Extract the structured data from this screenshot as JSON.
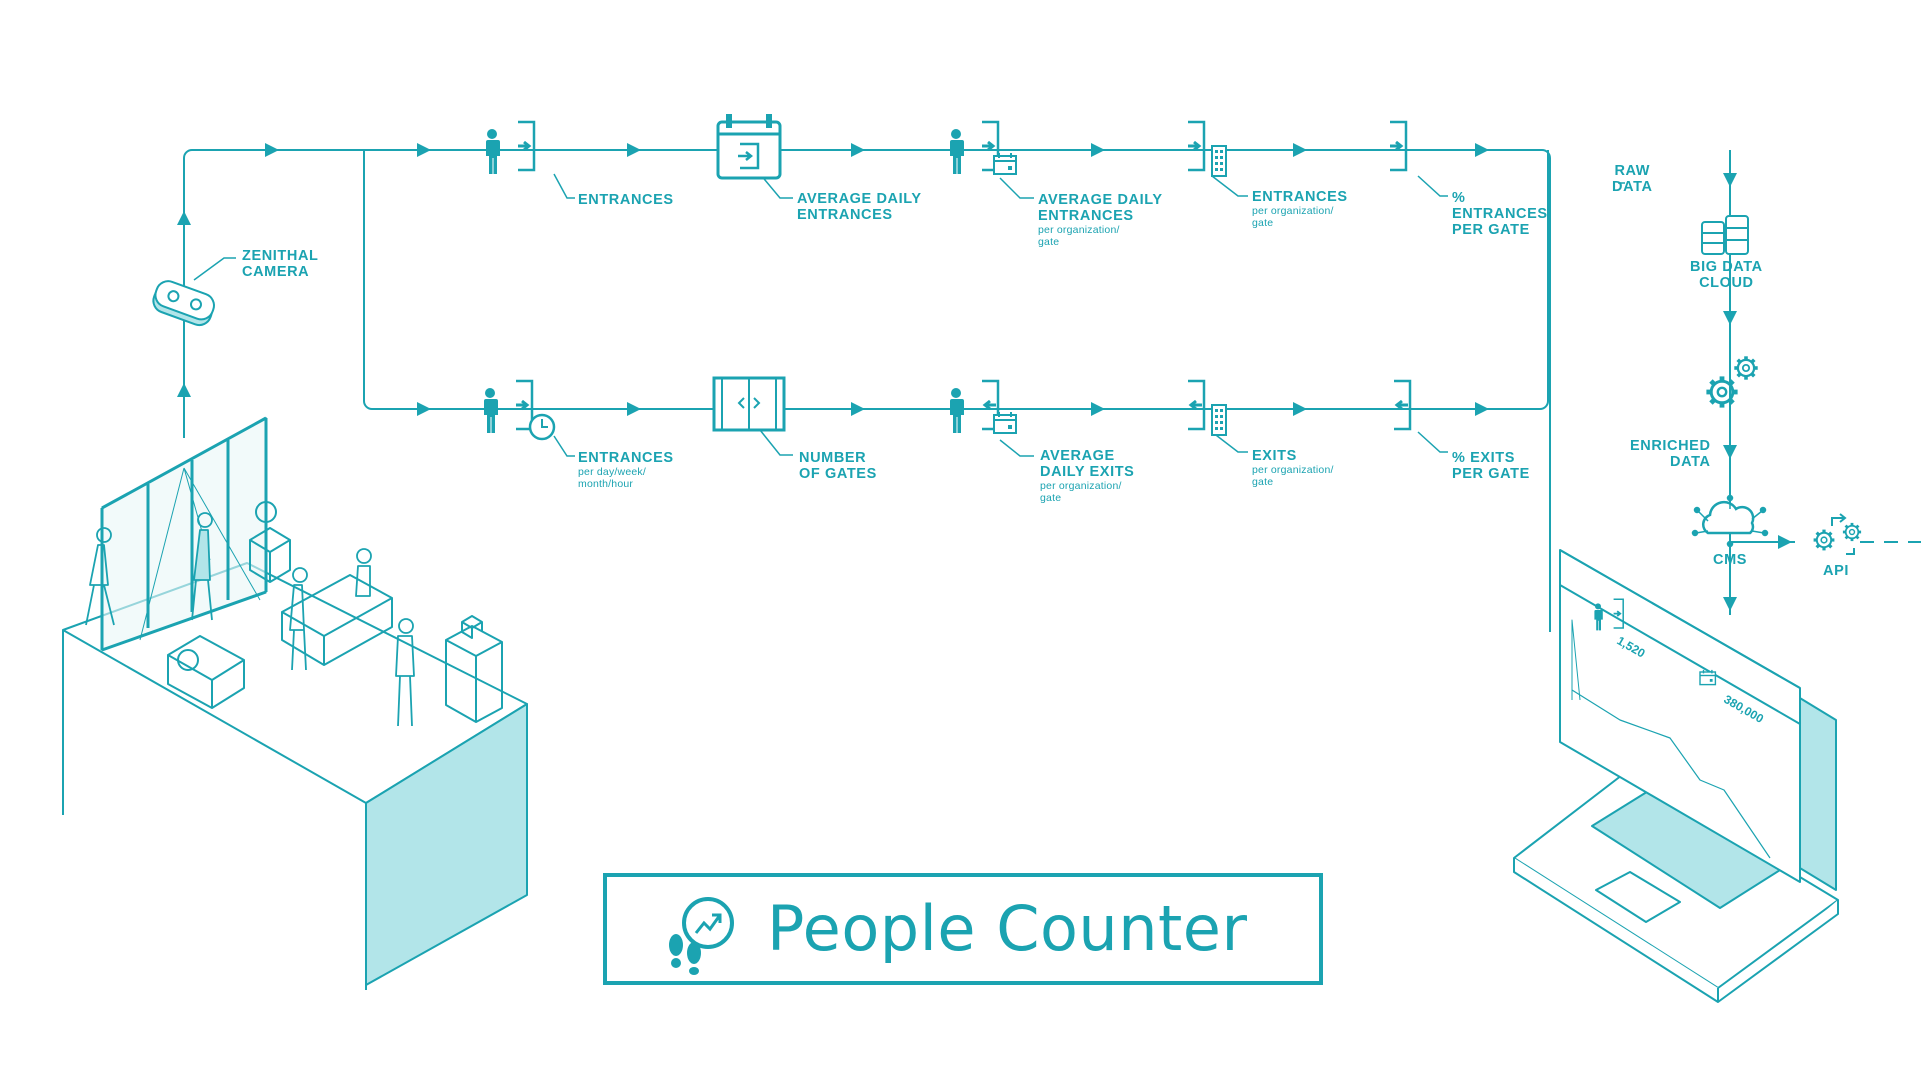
{
  "title": "People Counter",
  "colors": {
    "accent": "#1ba3b1",
    "fill": "#b2e5e9"
  },
  "labels": {
    "zenithal_camera": [
      "ZENITHAL",
      "CAMERA"
    ],
    "entrances": "ENTRANCES",
    "avg_daily_entrances": [
      "AVERAGE DAILY",
      "ENTRANCES"
    ],
    "avg_daily_entrances_org": {
      "lines": [
        "AVERAGE DAILY",
        "ENTRANCES"
      ],
      "sub": [
        "per organization/",
        "gate"
      ]
    },
    "entrances_org": {
      "lines": [
        "ENTRANCES"
      ],
      "sub": [
        "per organization/",
        "gate"
      ]
    },
    "pct_entrances_gate": [
      "%",
      "ENTRANCES",
      "PER GATE"
    ],
    "entrances_time": {
      "lines": [
        "ENTRANCES"
      ],
      "sub": [
        "per day/week/",
        "month/hour"
      ]
    },
    "number_of_gates": [
      "NUMBER",
      "OF GATES"
    ],
    "avg_daily_exits": {
      "lines": [
        "AVERAGE",
        "DAILY EXITS"
      ],
      "sub": [
        "per organization/",
        "gate"
      ]
    },
    "exits_org": {
      "lines": [
        "EXITS"
      ],
      "sub": [
        "per organization/",
        "gate"
      ]
    },
    "pct_exits_gate": [
      "% EXITS",
      "PER GATE"
    ],
    "raw_data": [
      "RAW",
      "DATA"
    ],
    "big_data_cloud": [
      "BIG DATA",
      "CLOUD"
    ],
    "enriched_data": [
      "ENRICHED",
      "DATA"
    ],
    "cms": "CMS",
    "api": "API"
  },
  "screen": {
    "value_1": "1,520",
    "value_2": "380,000"
  },
  "icons": [
    "person-enter-icon",
    "calendar-enter-icon",
    "person-enter-calendar-icon",
    "building-enter-icon",
    "gate-enter-icon",
    "person-enter-clock-icon",
    "sliding-doors-icon",
    "person-exit-calendar-icon",
    "building-exit-icon",
    "gate-exit-icon",
    "camera-icon",
    "database-icon",
    "gears-icon",
    "cloud-network-icon",
    "api-gears-icon",
    "people-counter-logo-icon"
  ]
}
